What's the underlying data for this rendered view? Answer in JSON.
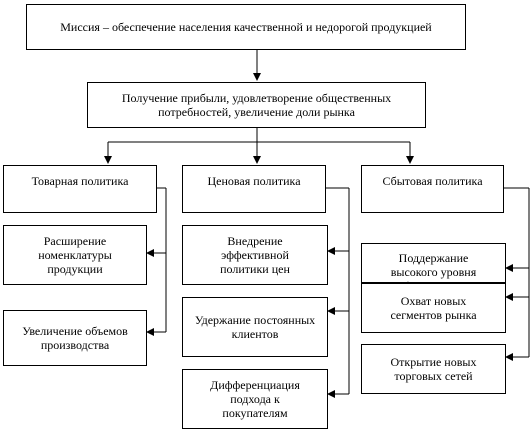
{
  "mission": "Миссия – обеспечение населения качественной и недорогой продукцией",
  "goal": "Получение прибыли, удовлетворение общественных потребностей, увеличение доли рынка",
  "policies": [
    {
      "title": "Товарная политика",
      "items": [
        "Расширение номенклатуры продукции",
        "Увеличение объемов производства"
      ]
    },
    {
      "title": "Ценовая политика",
      "items": [
        "Внедрение эффективной политики цен",
        "Удержание постоянных клиентов",
        "Дифференциация подхода к покупателям"
      ]
    },
    {
      "title": "Сбытовая политика",
      "items": [
        "Поддержание высокого уровня обслуживания",
        "Охват новых сегментов рынка",
        "Открытие новых торговых сетей"
      ]
    }
  ]
}
